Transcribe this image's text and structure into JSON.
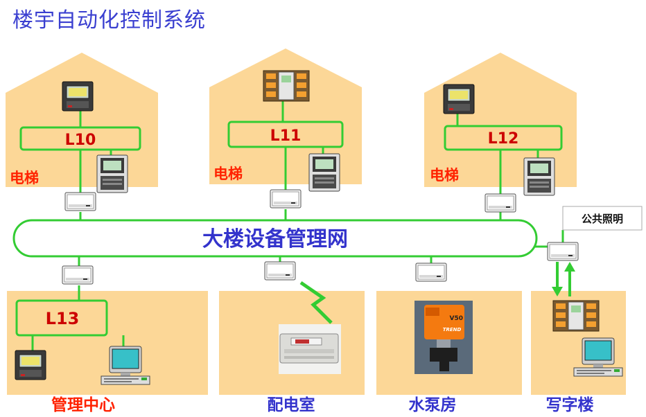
{
  "title": "楼宇自动化控制系统",
  "buildings": [
    {
      "id": "b1",
      "controller": "L10",
      "elevator": "电梯"
    },
    {
      "id": "b2",
      "controller": "L11",
      "elevator": "电梯"
    },
    {
      "id": "b3",
      "controller": "L12",
      "elevator": "电梯"
    }
  ],
  "network": {
    "label": "大楼设备管理网"
  },
  "public_lighting": "公共照明",
  "rooms": [
    {
      "id": "mgmt",
      "label": "管理中心",
      "controller": "L13"
    },
    {
      "id": "power",
      "label": "配电室"
    },
    {
      "id": "pump",
      "label": "水泵房"
    },
    {
      "id": "office",
      "label": "写字楼"
    }
  ],
  "valve_text": {
    "brand": "TREND",
    "model": "V50"
  },
  "colors": {
    "building_fill": "#fcd797",
    "room_fill": "#fcd797",
    "green": "#33cc33",
    "network_text": "#3333cc",
    "red_label": "#ff2200",
    "controller_text": "#cc0000",
    "title": "#3a3fd0"
  }
}
